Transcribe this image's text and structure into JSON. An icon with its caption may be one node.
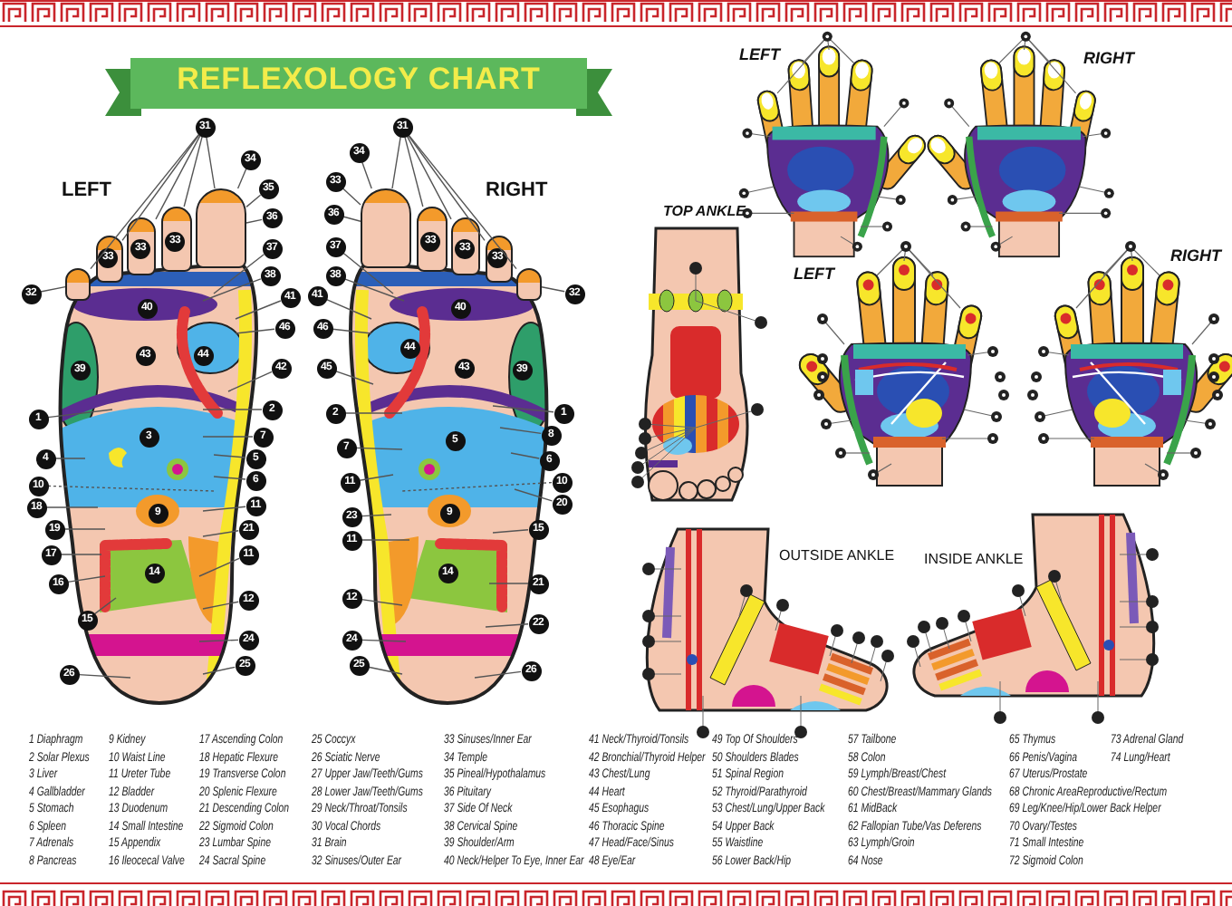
{
  "diagram": {
    "title": "REFLEXOLOGY CHART",
    "nodes": [
      {
        "text": [
          "31"
        ]
      },
      {
        "text": [
          "34"
        ]
      },
      {
        "text": [
          "35"
        ]
      },
      {
        "text": [
          "36"
        ]
      },
      {
        "text": [
          "37"
        ]
      },
      {
        "text": [
          "38"
        ]
      },
      {
        "text": [
          "41"
        ]
      },
      {
        "text": [
          "46"
        ]
      },
      {
        "text": [
          "42"
        ]
      },
      {
        "text": [
          "2"
        ]
      },
      {
        "text": [
          "7"
        ]
      },
      {
        "text": [
          "5"
        ]
      },
      {
        "text": [
          "6"
        ]
      },
      {
        "text": [
          "11"
        ]
      },
      {
        "text": [
          "21"
        ]
      },
      {
        "text": [
          "11"
        ]
      },
      {
        "text": [
          "12"
        ]
      },
      {
        "text": [
          "24"
        ]
      },
      {
        "text": [
          "25"
        ]
      },
      {
        "text": [
          "26"
        ]
      },
      {
        "text": [
          "15"
        ]
      },
      {
        "text": [
          "16"
        ]
      },
      {
        "text": [
          "17"
        ]
      },
      {
        "text": [
          "19"
        ]
      },
      {
        "text": [
          "18"
        ]
      },
      {
        "text": [
          "10"
        ]
      },
      {
        "text": [
          "4"
        ]
      },
      {
        "text": [
          "1"
        ]
      },
      {
        "text": [
          "32"
        ]
      },
      {
        "text": [
          "31"
        ]
      },
      {
        "text": [
          "33"
        ]
      },
      {
        "text": [
          "34"
        ]
      },
      {
        "text": [
          "36"
        ]
      },
      {
        "text": [
          "37"
        ]
      },
      {
        "text": [
          "38"
        ]
      },
      {
        "text": [
          "41"
        ]
      },
      {
        "text": [
          "46"
        ]
      },
      {
        "text": [
          "45"
        ]
      },
      {
        "text": [
          "2"
        ]
      },
      {
        "text": [
          "7"
        ]
      },
      {
        "text": [
          "11"
        ]
      },
      {
        "text": [
          "23"
        ]
      },
      {
        "text": [
          "11"
        ]
      },
      {
        "text": [
          "12"
        ]
      },
      {
        "text": [
          "24"
        ]
      },
      {
        "text": [
          "25"
        ]
      },
      {
        "text": [
          "26"
        ]
      },
      {
        "text": [
          "22"
        ]
      },
      {
        "text": [
          "21"
        ]
      },
      {
        "text": [
          "15"
        ]
      },
      {
        "text": [
          "20"
        ]
      },
      {
        "text": [
          "10"
        ]
      },
      {
        "text": [
          "6"
        ]
      },
      {
        "text": [
          "8"
        ]
      },
      {
        "text": [
          "1"
        ]
      },
      {
        "text": [
          "32"
        ]
      },
      {
        "text": [],
        "shape": "box"
      },
      {
        "text": [],
        "shape": "box"
      },
      {
        "text": [],
        "shape": "box"
      },
      {
        "text": [],
        "shape": "box"
      },
      {
        "text": [],
        "shape": "box"
      },
      {
        "text": [],
        "shape": "box"
      },
      {
        "text": [],
        "shape": "box"
      },
      {
        "text": [],
        "shape": "box"
      },
      {
        "text": [],
        "shape": "box"
      },
      {
        "text": [],
        "shape": "box"
      },
      {
        "text": [
          "33"
        ],
        "in": 57
      },
      {
        "text": [
          "33"
        ],
        "in": 58
      },
      {
        "text": [
          "33"
        ],
        "in": 59
      },
      {
        "text": [
          "40"
        ]
      },
      {
        "text": [
          "43"
        ]
      },
      {
        "text": [
          "39"
        ]
      },
      {
        "text": [
          "44"
        ]
      },
      {
        "text": [
          "3"
        ]
      },
      {
        "text": [
          "9"
        ]
      },
      {
        "text": [
          "14"
        ]
      },
      {
        "text": [
          "33"
        ],
        "in": 62
      },
      {
        "text": [
          "33"
        ],
        "in": 63
      },
      {
        "text": [
          "33"
        ],
        "in": 64
      },
      {
        "text": [
          "40"
        ]
      },
      {
        "text": [
          "44"
        ]
      },
      {
        "text": [
          "43"
        ]
      },
      {
        "text": [
          "39"
        ]
      },
      {
        "text": [
          "5"
        ]
      },
      {
        "text": [
          "9"
        ]
      },
      {
        "text": [
          "14"
        ]
      }
    ],
    "edges": [
      {
        "from": 0,
        "to": 56,
        "arrow": "none"
      },
      {
        "from": 0,
        "to": 57,
        "arrow": "none"
      },
      {
        "from": 0,
        "to": 58,
        "arrow": "none"
      },
      {
        "from": 0,
        "to": 59,
        "arrow": "none"
      },
      {
        "from": 0,
        "to": 60,
        "arrow": "none"
      },
      {
        "from": 1,
        "to": 60,
        "arrow": "none"
      },
      {
        "from": 2,
        "to": 60,
        "arrow": "none"
      },
      {
        "from": 3,
        "to": 60,
        "arrow": "none"
      },
      {
        "from": 4,
        "to": null,
        "arrow": "none"
      },
      {
        "from": 5,
        "to": null,
        "arrow": "none"
      },
      {
        "from": 6,
        "to": null,
        "arrow": "none"
      },
      {
        "from": 7,
        "to": null,
        "arrow": "none"
      },
      {
        "from": 8,
        "to": null,
        "arrow": "none"
      },
      {
        "from": 9,
        "to": null,
        "arrow": "none"
      },
      {
        "from": 10,
        "to": null,
        "arrow": "none"
      },
      {
        "from": 11,
        "to": null,
        "arrow": "none"
      },
      {
        "from": 12,
        "to": null,
        "arrow": "none"
      },
      {
        "from": 13,
        "to": null,
        "arrow": "none"
      },
      {
        "from": 14,
        "to": null,
        "arrow": "none"
      },
      {
        "from": 15,
        "to": null,
        "arrow": "none"
      },
      {
        "from": 16,
        "to": null,
        "arrow": "none"
      },
      {
        "from": 17,
        "to": null,
        "arrow": "none"
      },
      {
        "from": 18,
        "to": null,
        "arrow": "none"
      },
      {
        "from": 19,
        "to": null,
        "arrow": "none"
      },
      {
        "from": 20,
        "to": null,
        "arrow": "none"
      },
      {
        "from": 21,
        "to": null,
        "arrow": "none"
      },
      {
        "from": 22,
        "to": null,
        "arrow": "none"
      },
      {
        "from": 23,
        "to": null,
        "arrow": "none"
      },
      {
        "from": 24,
        "to": null,
        "arrow": "none"
      },
      {
        "from": 25,
        "to": null,
        "arrow": "none",
        "style": "dashed"
      },
      {
        "from": 26,
        "to": null,
        "arrow": "none"
      },
      {
        "from": 27,
        "to": null,
        "arrow": "none"
      },
      {
        "from": 28,
        "to": 56,
        "arrow": "none"
      },
      {
        "from": 29,
        "to": 61,
        "arrow": "none"
      },
      {
        "from": 29,
        "to": 62,
        "arrow": "none"
      },
      {
        "from": 29,
        "to": 63,
        "arrow": "none"
      },
      {
        "from": 29,
        "to": 64,
        "arrow": "none"
      },
      {
        "from": 29,
        "to": 65,
        "arrow": "none"
      },
      {
        "from": 30,
        "to": 61,
        "arrow": "none"
      },
      {
        "from": 31,
        "to": 61,
        "arrow": "none"
      },
      {
        "from": 32,
        "to": 61,
        "arrow": "none"
      },
      {
        "from": 33,
        "to": null,
        "arrow": "none"
      },
      {
        "from": 34,
        "to": null,
        "arrow": "none"
      },
      {
        "from": 35,
        "to": null,
        "arrow": "none"
      },
      {
        "from": 36,
        "to": null,
        "arrow": "none"
      },
      {
        "from": 37,
        "to": null,
        "arrow": "none"
      },
      {
        "from": 38,
        "to": null,
        "arrow": "none"
      },
      {
        "from": 39,
        "to": null,
        "arrow": "none"
      },
      {
        "from": 40,
        "to": null,
        "arrow": "none"
      },
      {
        "from": 41,
        "to": null,
        "arrow": "none"
      },
      {
        "from": 42,
        "to": null,
        "arrow": "none"
      },
      {
        "from": 43,
        "to": null,
        "arrow": "none"
      },
      {
        "from": 44,
        "to": null,
        "arrow": "none"
      },
      {
        "from": 45,
        "to": null,
        "arrow": "none"
      },
      {
        "from": 46,
        "to": null,
        "arrow": "none"
      },
      {
        "from": 47,
        "to": null,
        "arrow": "none"
      },
      {
        "from": 48,
        "to": null,
        "arrow": "none"
      },
      {
        "from": 49,
        "to": null,
        "arrow": "none"
      },
      {
        "from": 50,
        "to": null,
        "arrow": "none"
      },
      {
        "from": 51,
        "to": null,
        "arrow": "none",
        "style": "dashed"
      },
      {
        "from": 52,
        "to": null,
        "arrow": "none"
      },
      {
        "from": 53,
        "to": null,
        "arrow": "none"
      },
      {
        "from": 54,
        "to": null,
        "arrow": "none"
      },
      {
        "from": 55,
        "to": 65,
        "arrow": "none"
      }
    ],
    "labels": [
      "LEFT",
      "RIGHT",
      "LEFT",
      "RIGHT",
      "TOP ANKLE",
      "LEFT",
      "RIGHT",
      "OUTSIDE ANKLE",
      "INSIDE ANKLE",
      "1 Diaphragm",
      "2 Solar Plexus",
      "3 Liver",
      "4 Gallbladder",
      "5 Stomach",
      "6 Spleen",
      "7 Adrenals",
      "8 Pancreas",
      "9 Kidney",
      "10 Waist Line",
      "11 Ureter Tube",
      "12 Bladder",
      "13 Duodenum",
      "14 Small Intestine",
      "15 Appendix",
      "16 Ileocecal Valve",
      "17 Ascending Colon",
      "18 Hepatic Flexure",
      "19 Transverse Colon",
      "20 Splenic Flexure",
      "21 Descending Colon",
      "22 Sigmoid Colon",
      "23 Lumbar Spine",
      "24 Sacral Spine",
      "25 Coccyx",
      "26 Sciatic Nerve",
      "27 Upper Jaw/Teeth/Gums",
      "28 Lower Jaw/Teeth/Gums",
      "29 Neck/Throat/Tonsils",
      "30 Vocal Chords",
      "31 Brain",
      "32 Sinuses/Outer Ear",
      "33 Sinuses/Inner Ear",
      "34 Temple",
      "35 Pineal/Hypothalamus",
      "36 Pituitary",
      "37 Side Of Neck",
      "38 Cervical Spine",
      "39 Shoulder/Arm",
      "40 Neck/Helper To Eye, Inner Ear",
      "41 Neck/Thyroid/Tonsils",
      "42 Bronchial/Thyroid Helper",
      "43 Chest/Lung",
      "44 Heart",
      "45 Esophagus",
      "46 Thoracic Spine",
      "47 Head/Face/Sinus",
      "48 Eye/Ear",
      "49 Top Of Shoulders",
      "50 Shoulders Blades",
      "51 Spinal Region",
      "52 Thyroid/Parathyroid",
      "53 Chest/Lung/Upper Back",
      "54 Upper Back",
      "55 Waistline",
      "56 Lower Back/Hip",
      "57 Tailbone",
      "58 Colon",
      "59 Lymph/Breast/Chest",
      "60 Chest/Breast/Mammary Glands",
      "61 MidBack",
      "62 Fallopian Tube/Vas Deferens",
      "63 Lymph/Groin",
      "64 Nose",
      "65 Thymus",
      "66 Penis/Vagina",
      "67 Uterus/Prostate",
      "68 Chronic AreaReproductive/Rectum",
      "69 Leg/Knee/Hip/Lower Back Helper",
      "70 Ovary/Testes",
      "71 Small Intestine",
      "72 Sigmoid Colon",
      "73 Adrenal Gland",
      "74 Lung/Heart"
    ]
  }
}
